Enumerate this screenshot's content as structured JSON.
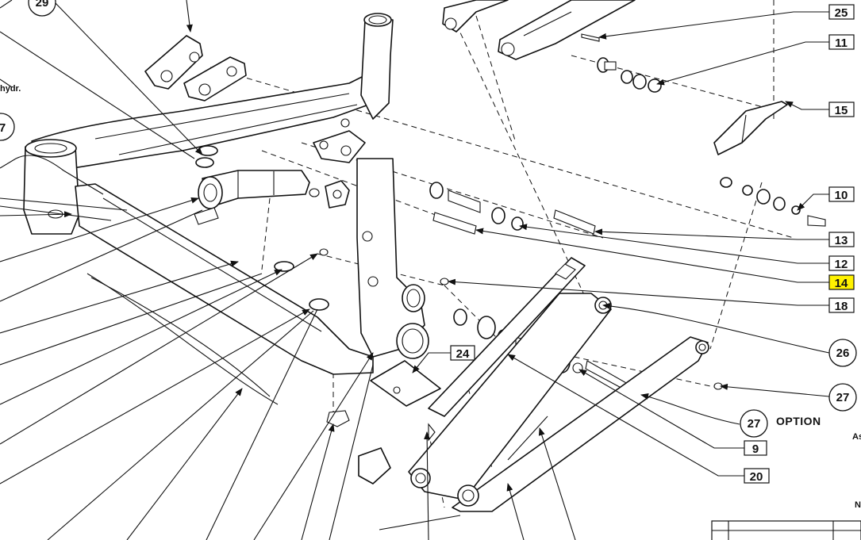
{
  "drawing": {
    "callouts_circle": [
      "29",
      "7",
      "26",
      "27",
      "27"
    ],
    "callouts_box": [
      "25",
      "11",
      "15",
      "10",
      "13",
      "12",
      "14",
      "18",
      "24",
      "9",
      "20"
    ],
    "highlighted": "14",
    "partial_text": {
      "hydr": "hydr.",
      "option": "OPTION",
      "as": "As",
      "n": "N"
    }
  },
  "colors": {
    "highlight": "#fff200",
    "ink": "#111111"
  }
}
